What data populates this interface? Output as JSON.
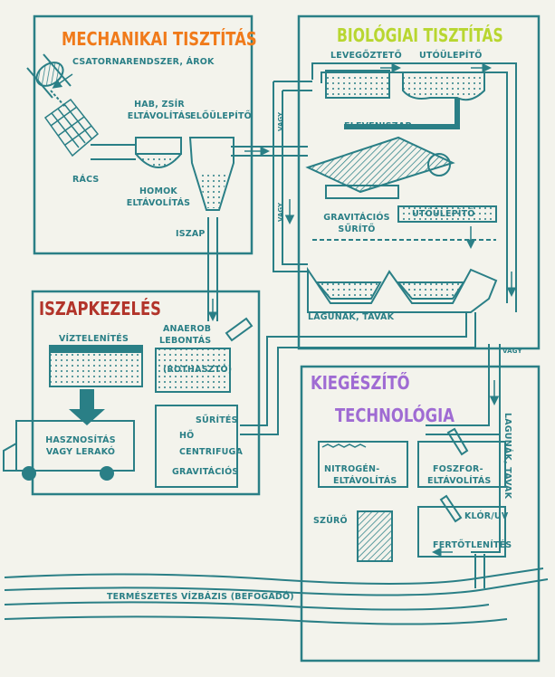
{
  "colors": {
    "line": "#2a7f86",
    "fill": "#2a7f86",
    "background": "#f3f3ec",
    "title_mechanical": "#f07a1a",
    "title_biological": "#b8d630",
    "title_sludge": "#b2342a",
    "title_supplementary": "#9f6bd3"
  },
  "sections": {
    "mechanical": "MECHANIKAI TISZTÍTÁS",
    "biological": "BIOLÓGIAI TISZTÍTÁS",
    "sludge": "ISZAPKEZELÉS",
    "supplementary_line1": "KIEGÉSZÍTŐ",
    "supplementary_line2": "TECHNOLÓGIA"
  },
  "labels": {
    "sewer": "CSATORNARENDSZER, ÁROK",
    "grease_line1": "HAB, ZSÍR",
    "grease_line2": "ELTÁVOLÍTÁS",
    "pre_settler": "ELŐÜLEPÍTŐ",
    "screen": "RÁCS",
    "sand_line1": "HOMOK",
    "sand_line2": "ELTÁVOLÍTÁS",
    "sludge": "ISZAP",
    "aerator": "LEVEGŐZTETŐ",
    "post_settler_1": "UTÓÜLEPÍTŐ",
    "activated_sludge": "ELEVENISZAP",
    "gravity_line1": "GRAVITÁCIÓS",
    "gravity_line2": "SŰRÍTŐ",
    "post_settler_2": "UTÓÜLEPÍTŐ",
    "lagoons": "LAGUNÁK, TAVAK",
    "or_1": "VAGY",
    "or_2": "VAGY",
    "or_3": "VAGY",
    "dewatering": "VÍZTELENÍTÉS",
    "anaerobic_line1": "ANAEROB",
    "anaerobic_line2": "LEBONTÁS",
    "digester": "(ROTHASZTÓ)",
    "utilization_line1": "HASZNOSÍTÁS",
    "utilization_line2": "VAGY LERAKÓ",
    "thickening": "SŰRÍTÉS",
    "heat": "HŐ",
    "centrifuge": "CENTRIFUGA",
    "gravitational": "GRAVITÁCIÓS",
    "nitrogen_line1": "NITROGÉN-",
    "nitrogen_line2": "ELTÁVOLÍTÁS",
    "phosphorus_line1": "FOSZFOR-",
    "phosphorus_line2": "ELTÁVOLÍTÁS",
    "filter": "SZŰRŐ",
    "chlorine_uv": "KLÓR/UV",
    "disinfection": "FERTŐTLENÍTÉS",
    "lagoons_vertical": "LAGUNÁK, TAVAK",
    "receiver": "TERMÉSZETES VÍZBÁZIS (BEFOGADÓ)"
  }
}
